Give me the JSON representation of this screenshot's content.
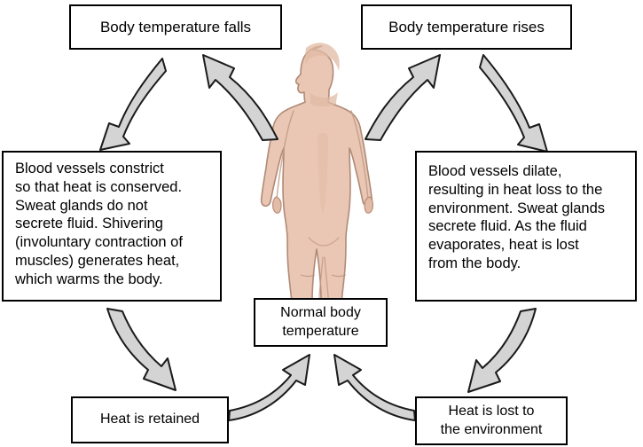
{
  "diagram": {
    "title": "Thermoregulation negative feedback loop",
    "background_color": "#ffffff",
    "box_border_color": "#000000",
    "arrow_fill_color": "#d4d4d4",
    "arrow_outline_color": "#1a1a1a",
    "skin_color": "#e9c7b4",
    "skin_shadow_color": "#d9ad97",
    "skin_outline_color": "#b9907b"
  },
  "boxes": {
    "temp_falls": "Body temperature falls",
    "temp_rises": "Body temperature rises",
    "cold_response": "Blood vessels constrict\nso that heat is conserved.\nSweat glands do not\nsecrete fluid. Shivering\n(involuntary contraction of\nmuscles) generates heat,\nwhich warms the body.",
    "heat_response": "Blood vessels dilate,\nresulting in heat loss to the\nenvironment. Sweat glands\nsecrete fluid. As the fluid\nevaporates, heat is lost\nfrom the body.",
    "normal_temp": "Normal body\ntemperature",
    "heat_retained": "Heat is retained",
    "heat_lost": "Heat is lost to\nthe environment"
  },
  "arrows": [
    {
      "name": "body-to-temp-falls",
      "from": "Normal body temperature (body)",
      "to": "Body temperature falls"
    },
    {
      "name": "temp-falls-to-cold-response",
      "from": "Body temperature falls",
      "to": "Blood vessels constrict..."
    },
    {
      "name": "cold-response-to-heat-retained",
      "from": "Blood vessels constrict...",
      "to": "Heat is retained"
    },
    {
      "name": "heat-retained-to-normal-temp",
      "from": "Heat is retained",
      "to": "Normal body temperature"
    },
    {
      "name": "body-to-temp-rises",
      "from": "Normal body temperature (body)",
      "to": "Body temperature rises"
    },
    {
      "name": "temp-rises-to-heat-response",
      "from": "Body temperature rises",
      "to": "Blood vessels dilate..."
    },
    {
      "name": "heat-response-to-heat-lost",
      "from": "Blood vessels dilate...",
      "to": "Heat is lost to the environment"
    },
    {
      "name": "heat-lost-to-normal-temp",
      "from": "Heat is lost to the environment",
      "to": "Normal body temperature"
    }
  ],
  "figure": {
    "label": "human body illustration"
  }
}
